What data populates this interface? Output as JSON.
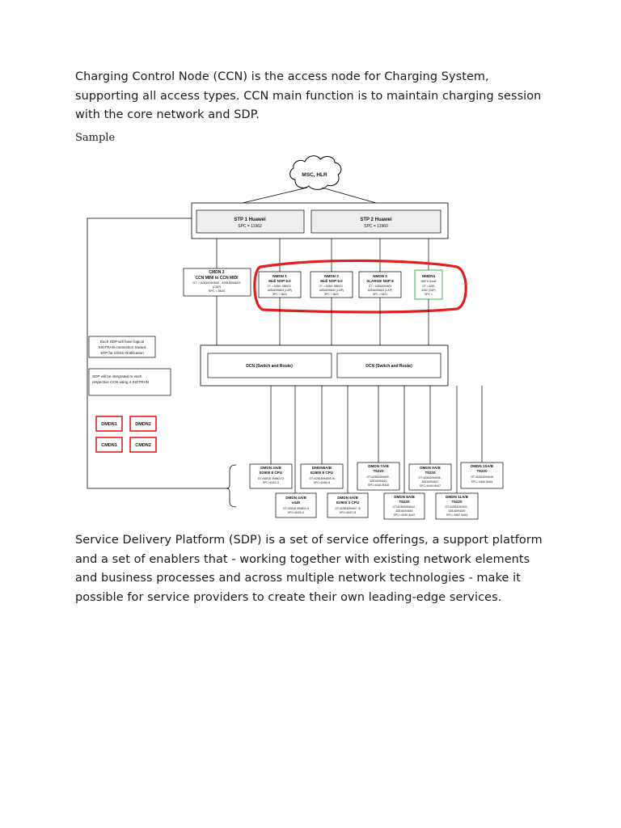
{
  "intro_text": "Charging Control Node (CCN) is the access node for Charging System, supporting all access types.  CCN main function is to maintain charging session with the core network and SDP.",
  "sample_label": "Sample",
  "diagram": {
    "cloud_label": "MSC, HLR",
    "stp1": {
      "title": "STP 1 Huawei",
      "spc": "SPC = 11962"
    },
    "stp2": {
      "title": "STP 2 Huawei",
      "spc": "SPC = 11960"
    },
    "cmdn3": {
      "l1": "CMDN 3",
      "l2": "CCN MINI to CCN MIDI",
      "l3": "GT = 62816094600 , 62816094602",
      "l4": "(CAP)",
      "l5": "SPC = 6620"
    },
    "nmdn1": {
      "l1": "NMDN 1",
      "l2": "Midi NSP 5.0",
      "l3": "GT = 62861 065024 ,",
      "l4": "62816094603 (CAP)",
      "l5": "SPC = 6624"
    },
    "nmdn2": {
      "l1": "NMDN 2",
      "l2": "Midi NSP 5.0",
      "l3": "GT = 62861 065024 ,",
      "l4": "62816094622 (CAP)",
      "l5": "SPC = 6620"
    },
    "nmdn3": {
      "l1": "NMDN 3",
      "l2": "XLARGE NSP 6",
      "l3": "GT = 62816094623",
      "l4": "62816094624 (CAP)",
      "l5": "SPC = 6421"
    },
    "nmdn4": {
      "l1": "NMDN4",
      "l2": "NSP 6 Small",
      "l3": "GT = 6281",
      "l4": "6282 (CAP)",
      "l5": "SPC ="
    },
    "note1": {
      "l1": "Each SDP will have logical",
      "l2": "SIGTRAN connection toward",
      "l3": "STP for USSD Notification"
    },
    "note2": {
      "l1": "SDP will be integrated to each",
      "l2": "respective CCN using 4 SIGTRAN"
    },
    "dcn1": "DCN (Switch and Route)",
    "dcn2": "DCN (Switch and Route)",
    "legend": [
      "DMDN1",
      "DMDN2",
      "CMDN1",
      "CMDN2"
    ],
    "dmdn": [
      {
        "l1": "DMDN 3A/B",
        "l2": "E2900 8 CPU",
        "l3": "GT=62816 094601 /2",
        "l4": "SPC=6431 /2"
      },
      {
        "l1": "DMDN5A/B",
        "l2": "E2900 8 CPU",
        "l3": "GT=62816094605 /6",
        "l4": "SPC=6435 /6"
      },
      {
        "l1": "DMDN 7A/B",
        "l2": "T5220",
        "l3": "GT=62816094609 ,",
        "l4": "62816094610",
        "l5": "SPC=6444 /6448"
      },
      {
        "l1": "DMDN 9A/B",
        "l2": "T5220",
        "l3": "GT=62816094646 ,",
        "l4": "62816094647",
        "l5": "SPC=6446 /6447"
      },
      {
        "l1": "DMDN 10A/B",
        "l2": "T5220",
        "l3": "GT=62816094648",
        "l4": "SPC= 6460 /6461"
      },
      {
        "l1": "DMDN 4A/B",
        "l2": "v440",
        "l3": "GT=62816 094603 /4",
        "l4": "SPC=6433 /4"
      },
      {
        "l1": "DMDN 6A/B",
        "l2": "E2900 4 CPU",
        "l3": "GT=62816094607 /8",
        "l4": "SPC=6437 /8"
      },
      {
        "l1": "DMDN 8A/B",
        "l2": "T5220",
        "l3": "GT=62816094644 ,",
        "l4": "62816094645",
        "l5": "SPC= 6446 /6447"
      },
      {
        "l1": "DMDN 11A/B",
        "l2": "T5220",
        "l3": "GT=62816094302 ,",
        "l4": "62816094300",
        "l5": "SPC= 6462 /6463"
      }
    ]
  },
  "sdp_text": "Service Delivery Platform (SDP) is a set of service offerings, a support platform and a set of enablers that - working together with existing network elements and business processes and across multiple network technologies - make it possible for service providers to create their own leading-edge services."
}
